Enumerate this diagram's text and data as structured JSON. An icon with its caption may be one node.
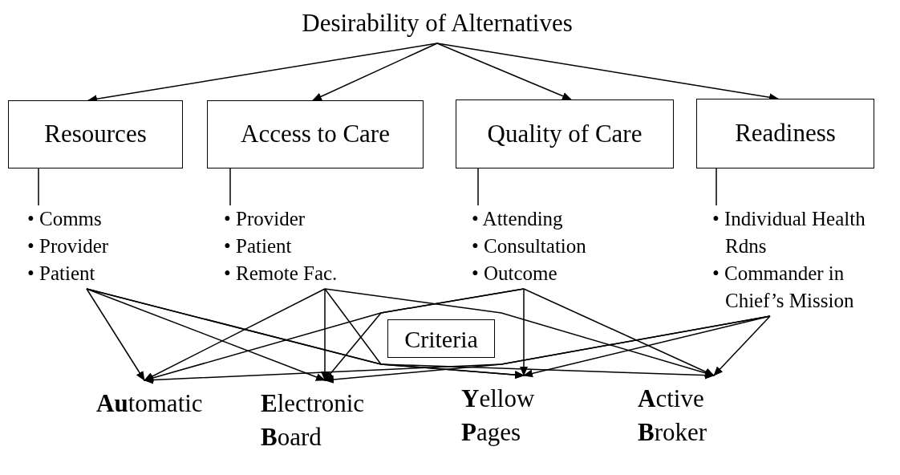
{
  "diagram": {
    "nodes": [
      {
        "text": [
          "Desirability of Alternatives"
        ]
      },
      {
        "text": [
          "Resources"
        ]
      },
      {
        "text": [
          "Access to Care"
        ]
      },
      {
        "text": [
          "Quality of Care"
        ]
      },
      {
        "text": [
          "Readiness"
        ]
      },
      {
        "text": [
          "• Comms",
          "• Provider",
          "• Patient"
        ]
      },
      {
        "text": [
          "• Provider",
          "• Patient",
          "• Remote Fac."
        ]
      },
      {
        "text": [
          "• Attending",
          "• Consultation",
          "• Outcome"
        ]
      },
      {
        "text": [
          "• Individual Health Rdns",
          "• Commander in Chief’s Mission"
        ]
      },
      {
        "text": [
          "Criteria"
        ]
      },
      {
        "text": [
          "**Au**tomatic"
        ]
      },
      {
        "text": [
          "**E**lectronic **B**oard"
        ]
      },
      {
        "text": [
          "**Y**ellow **P**ages"
        ]
      },
      {
        "text": [
          "**A**ctive **B**roker"
        ]
      }
    ],
    "edges": [
      {
        "from": 0,
        "to": 1,
        "arrow": "to"
      },
      {
        "from": 0,
        "to": 2,
        "arrow": "to"
      },
      {
        "from": 0,
        "to": 3,
        "arrow": "to"
      },
      {
        "from": 0,
        "to": 4,
        "arrow": "to"
      },
      {
        "from": 1,
        "to": 5,
        "arrow": "none"
      },
      {
        "from": 2,
        "to": 6,
        "arrow": "none"
      },
      {
        "from": 3,
        "to": 7,
        "arrow": "none"
      },
      {
        "from": 4,
        "to": 8,
        "arrow": "none"
      },
      {
        "from": 5,
        "to": 10,
        "arrow": "to"
      },
      {
        "from": 5,
        "to": 11,
        "arrow": "to"
      },
      {
        "from": 5,
        "to": 12,
        "arrow": "to"
      },
      {
        "from": 5,
        "to": 13,
        "arrow": "to"
      },
      {
        "from": 6,
        "to": 10,
        "arrow": "to"
      },
      {
        "from": 6,
        "to": 11,
        "arrow": "to"
      },
      {
        "from": 6,
        "to": 12,
        "arrow": "to"
      },
      {
        "from": 6,
        "to": 13,
        "arrow": "to"
      },
      {
        "from": 7,
        "to": 10,
        "arrow": "to"
      },
      {
        "from": 7,
        "to": 11,
        "arrow": "to"
      },
      {
        "from": 7,
        "to": 12,
        "arrow": "to"
      },
      {
        "from": 7,
        "to": 13,
        "arrow": "to"
      },
      {
        "from": 8,
        "to": 10,
        "arrow": "to"
      },
      {
        "from": 8,
        "to": 11,
        "arrow": "to"
      },
      {
        "from": 8,
        "to": 12,
        "arrow": "to"
      },
      {
        "from": 8,
        "to": 13,
        "arrow": "to"
      }
    ]
  }
}
